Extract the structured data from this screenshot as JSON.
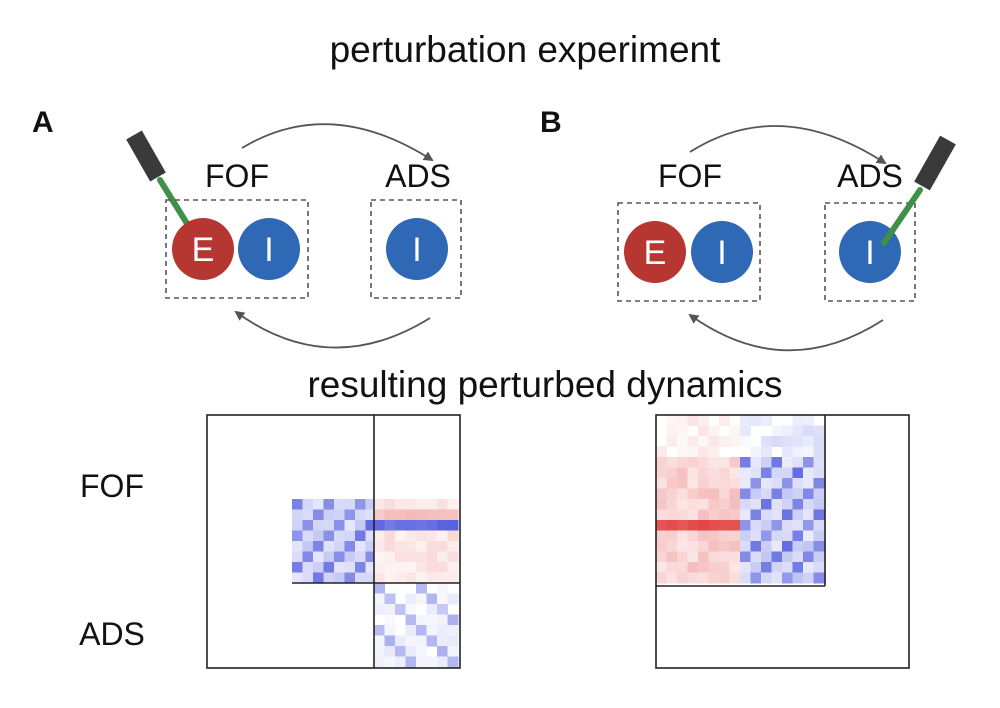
{
  "title": "perturbation experiment",
  "subtitle": "resulting perturbed dynamics",
  "panels": [
    {
      "letter": "A",
      "left_region": "FOF",
      "right_region": "ADS",
      "left_cells": [
        "E",
        "I"
      ],
      "right_cells": [
        "I"
      ],
      "stimulated_cell": "E"
    },
    {
      "letter": "B",
      "left_region": "FOF",
      "right_region": "ADS",
      "left_cells": [
        "E",
        "I"
      ],
      "right_cells": [
        "I"
      ],
      "stimulated_cell": "I"
    }
  ],
  "row_labels": {
    "top": "FOF",
    "bottom": "ADS"
  },
  "colors": {
    "excitatory": "#b63632",
    "inhibitory": "#2f68b4",
    "optogenetic_fiber": "#3f9048",
    "probe_body": "#3a3a3a",
    "positive": "#e23b3b",
    "negative": "#3a45d9"
  },
  "icons": {
    "fiber": "optogenetic-probe-icon",
    "arrow": "curved-arrow-icon"
  }
}
